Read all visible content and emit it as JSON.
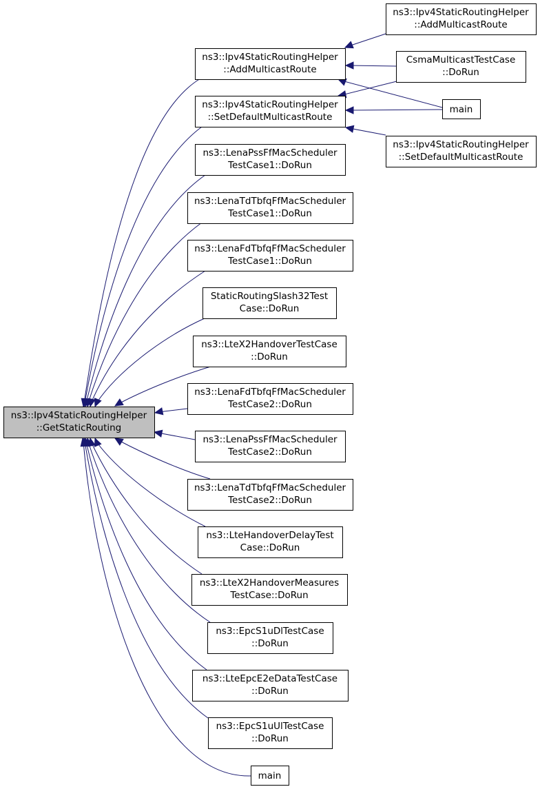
{
  "diagram": {
    "nodes": [
      {
        "id": "root",
        "lines": [
          "ns3::Ipv4StaticRoutingHelper",
          "::GetStaticRouting"
        ],
        "highlight": true
      },
      {
        "id": "add_multicast",
        "lines": [
          "ns3::Ipv4StaticRoutingHelper",
          "::AddMulticastRoute"
        ]
      },
      {
        "id": "set_default",
        "lines": [
          "ns3::Ipv4StaticRoutingHelper",
          "::SetDefaultMulticastRoute"
        ]
      },
      {
        "id": "lena_pss_1",
        "lines": [
          "ns3::LenaPssFfMacScheduler",
          "TestCase1::DoRun"
        ]
      },
      {
        "id": "lena_td_1",
        "lines": [
          "ns3::LenaTdTbfqFfMacScheduler",
          "TestCase1::DoRun"
        ]
      },
      {
        "id": "lena_fd_1",
        "lines": [
          "ns3::LenaFdTbfqFfMacScheduler",
          "TestCase1::DoRun"
        ]
      },
      {
        "id": "slash32",
        "lines": [
          "StaticRoutingSlash32Test",
          "Case::DoRun"
        ]
      },
      {
        "id": "x2_handover",
        "lines": [
          "ns3::LteX2HandoverTestCase",
          "::DoRun"
        ]
      },
      {
        "id": "lena_fd_2",
        "lines": [
          "ns3::LenaFdTbfqFfMacScheduler",
          "TestCase2::DoRun"
        ]
      },
      {
        "id": "lena_pss_2",
        "lines": [
          "ns3::LenaPssFfMacScheduler",
          "TestCase2::DoRun"
        ]
      },
      {
        "id": "lena_td_2",
        "lines": [
          "ns3::LenaTdTbfqFfMacScheduler",
          "TestCase2::DoRun"
        ]
      },
      {
        "id": "handover_delay",
        "lines": [
          "ns3::LteHandoverDelayTest",
          "Case::DoRun"
        ]
      },
      {
        "id": "x2_measures",
        "lines": [
          "ns3::LteX2HandoverMeasures",
          "TestCase::DoRun"
        ]
      },
      {
        "id": "epc_dl",
        "lines": [
          "ns3::EpcS1uDlTestCase",
          "::DoRun"
        ]
      },
      {
        "id": "epc_e2e",
        "lines": [
          "ns3::LteEpcE2eDataTestCase",
          "::DoRun"
        ]
      },
      {
        "id": "epc_ul",
        "lines": [
          "ns3::EpcS1uUlTestCase",
          "::DoRun"
        ]
      },
      {
        "id": "main_bottom",
        "lines": [
          "main"
        ]
      },
      {
        "id": "add_multicast_r",
        "lines": [
          "ns3::Ipv4StaticRoutingHelper",
          "::AddMulticastRoute"
        ]
      },
      {
        "id": "csma",
        "lines": [
          "CsmaMulticastTestCase",
          "::DoRun"
        ]
      },
      {
        "id": "main_right",
        "lines": [
          "main"
        ]
      },
      {
        "id": "set_default_r",
        "lines": [
          "ns3::Ipv4StaticRoutingHelper",
          "::SetDefaultMulticastRoute"
        ]
      }
    ],
    "edges": [
      {
        "from": "add_multicast",
        "to": "root"
      },
      {
        "from": "set_default",
        "to": "root"
      },
      {
        "from": "lena_pss_1",
        "to": "root"
      },
      {
        "from": "lena_td_1",
        "to": "root"
      },
      {
        "from": "lena_fd_1",
        "to": "root"
      },
      {
        "from": "slash32",
        "to": "root"
      },
      {
        "from": "x2_handover",
        "to": "root"
      },
      {
        "from": "lena_fd_2",
        "to": "root"
      },
      {
        "from": "lena_pss_2",
        "to": "root"
      },
      {
        "from": "lena_td_2",
        "to": "root"
      },
      {
        "from": "handover_delay",
        "to": "root"
      },
      {
        "from": "x2_measures",
        "to": "root"
      },
      {
        "from": "epc_dl",
        "to": "root"
      },
      {
        "from": "epc_e2e",
        "to": "root"
      },
      {
        "from": "epc_ul",
        "to": "root"
      },
      {
        "from": "main_bottom",
        "to": "root"
      },
      {
        "from": "add_multicast_r",
        "to": "add_multicast"
      },
      {
        "from": "csma",
        "to": "add_multicast"
      },
      {
        "from": "main_right",
        "to": "add_multicast"
      },
      {
        "from": "csma",
        "to": "set_default"
      },
      {
        "from": "main_right",
        "to": "set_default"
      },
      {
        "from": "set_default_r",
        "to": "set_default"
      }
    ],
    "colors": {
      "edge": "#191970",
      "node_border": "#000000",
      "node_fill": "#ffffff",
      "root_fill": "#bfbfbf"
    }
  }
}
